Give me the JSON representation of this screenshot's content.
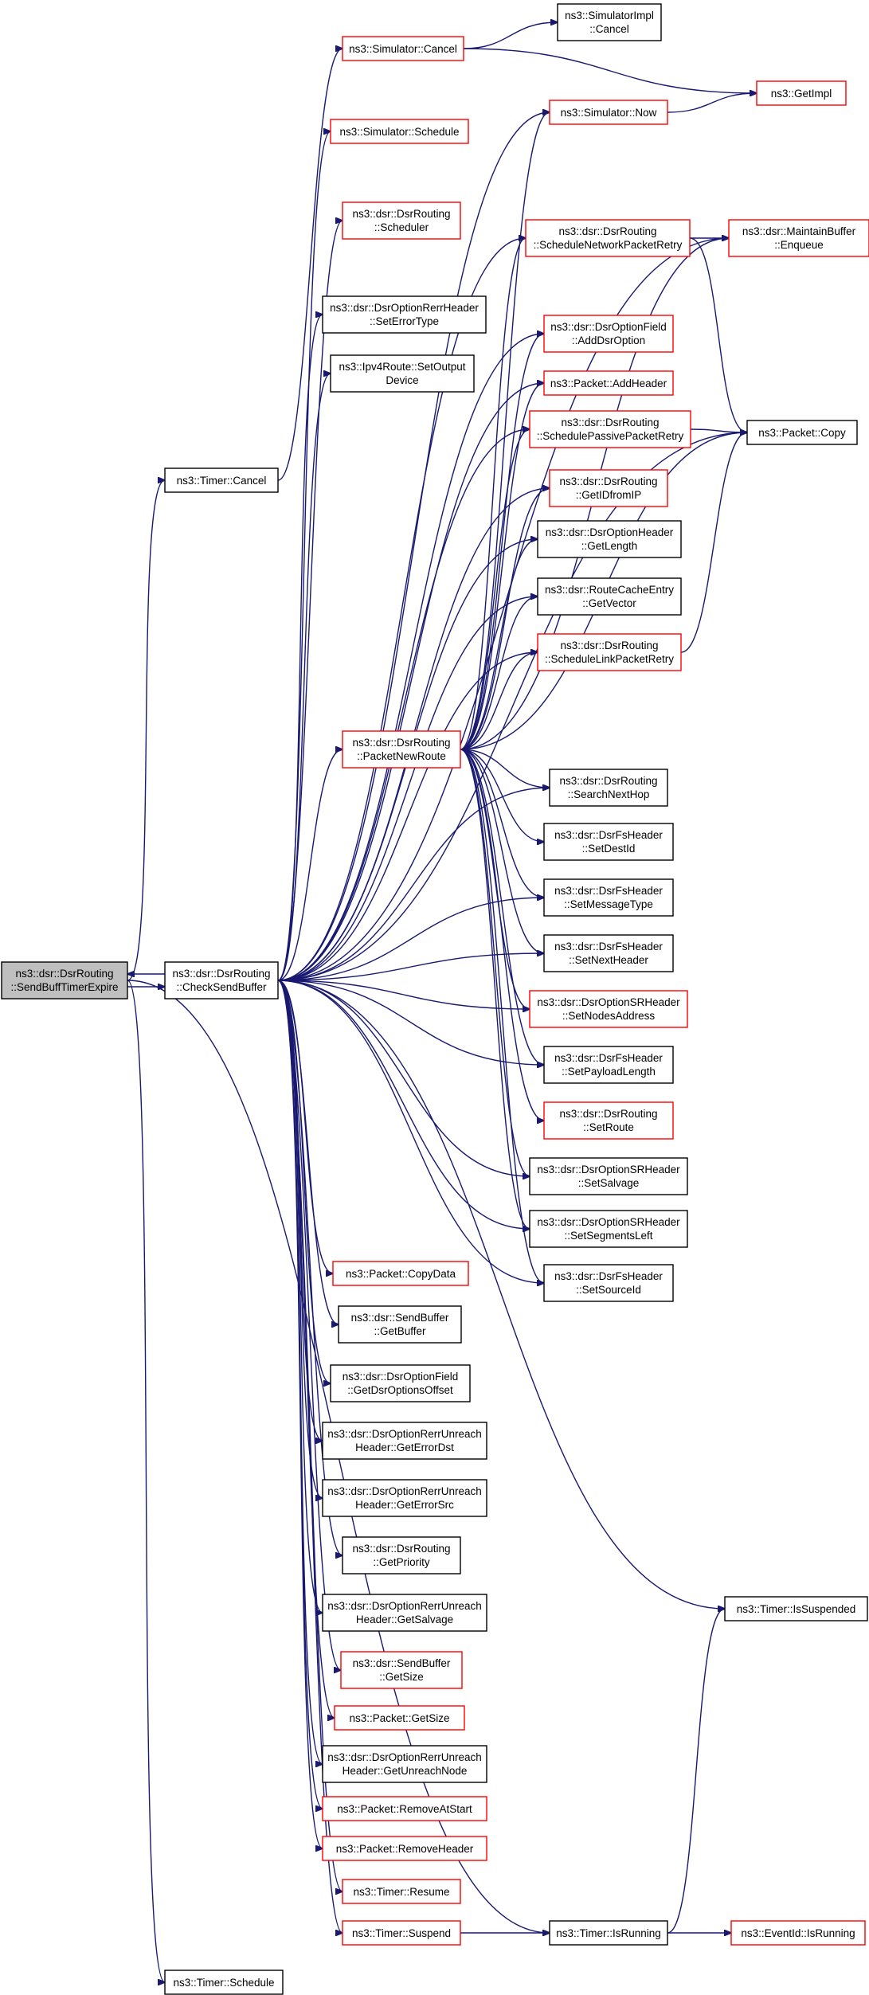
{
  "colors": {
    "edge": "#191970",
    "border_normal": "#000000",
    "border_red": "#ff0000",
    "fill_focus": "#bfbfbf",
    "fill_normal": "#ffffff"
  },
  "nodes": [
    {
      "id": "root",
      "lines": [
        "ns3::dsr::DsrRouting",
        "::SendBuffTimerExpire"
      ],
      "style": "focus"
    },
    {
      "id": "csb",
      "lines": [
        "ns3::dsr::DsrRouting",
        "::CheckSendBuffer"
      ],
      "style": "black"
    },
    {
      "id": "tcancel",
      "lines": [
        "ns3::Timer::Cancel"
      ],
      "style": "black"
    },
    {
      "id": "tsched",
      "lines": [
        "ns3::Timer::Schedule"
      ],
      "style": "black"
    },
    {
      "id": "simcancel",
      "lines": [
        "ns3::Simulator::Cancel"
      ],
      "style": "red"
    },
    {
      "id": "simimplcancel",
      "lines": [
        "ns3::SimulatorImpl",
        "::Cancel"
      ],
      "style": "black"
    },
    {
      "id": "getimpl",
      "lines": [
        "ns3::GetImpl"
      ],
      "style": "red"
    },
    {
      "id": "simnow",
      "lines": [
        "ns3::Simulator::Now"
      ],
      "style": "red"
    },
    {
      "id": "simsched",
      "lines": [
        "ns3::Simulator::Schedule"
      ],
      "style": "red"
    },
    {
      "id": "scheduler",
      "lines": [
        "ns3::dsr::DsrRouting",
        "::Scheduler"
      ],
      "style": "red"
    },
    {
      "id": "snpr",
      "lines": [
        "ns3::dsr::DsrRouting",
        "::ScheduleNetworkPacketRetry"
      ],
      "style": "red"
    },
    {
      "id": "enqueue",
      "lines": [
        "ns3::dsr::MaintainBuffer",
        "::Enqueue"
      ],
      "style": "red"
    },
    {
      "id": "seterrtype",
      "lines": [
        "ns3::dsr::DsrOptionRerrHeader",
        "::SetErrorType"
      ],
      "style": "black"
    },
    {
      "id": "setoutdev",
      "lines": [
        "ns3::Ipv4Route::SetOutput",
        "Device"
      ],
      "style": "black"
    },
    {
      "id": "adddsropt",
      "lines": [
        "ns3::dsr::DsrOptionField",
        "::AddDsrOption"
      ],
      "style": "red"
    },
    {
      "id": "addheader",
      "lines": [
        "ns3::Packet::AddHeader"
      ],
      "style": "red"
    },
    {
      "id": "sppr",
      "lines": [
        "ns3::dsr::DsrRouting",
        "::SchedulePassivePacketRetry"
      ],
      "style": "red"
    },
    {
      "id": "pcopy",
      "lines": [
        "ns3::Packet::Copy"
      ],
      "style": "black"
    },
    {
      "id": "getidfromip",
      "lines": [
        "ns3::dsr::DsrRouting",
        "::GetIDfromIP"
      ],
      "style": "red"
    },
    {
      "id": "getlength",
      "lines": [
        "ns3::dsr::DsrOptionHeader",
        "::GetLength"
      ],
      "style": "black"
    },
    {
      "id": "getvector",
      "lines": [
        "ns3::dsr::RouteCacheEntry",
        "::GetVector"
      ],
      "style": "black"
    },
    {
      "id": "slpr",
      "lines": [
        "ns3::dsr::DsrRouting",
        "::ScheduleLinkPacketRetry"
      ],
      "style": "red"
    },
    {
      "id": "pnr",
      "lines": [
        "ns3::dsr::DsrRouting",
        "::PacketNewRoute"
      ],
      "style": "red"
    },
    {
      "id": "searchnexthop",
      "lines": [
        "ns3::dsr::DsrRouting",
        "::SearchNextHop"
      ],
      "style": "black"
    },
    {
      "id": "setdestid",
      "lines": [
        "ns3::dsr::DsrFsHeader",
        "::SetDestId"
      ],
      "style": "black"
    },
    {
      "id": "setmsgtype",
      "lines": [
        "ns3::dsr::DsrFsHeader",
        "::SetMessageType"
      ],
      "style": "black"
    },
    {
      "id": "setnexthdr",
      "lines": [
        "ns3::dsr::DsrFsHeader",
        "::SetNextHeader"
      ],
      "style": "black"
    },
    {
      "id": "setnodesaddr",
      "lines": [
        "ns3::dsr::DsrOptionSRHeader",
        "::SetNodesAddress"
      ],
      "style": "red"
    },
    {
      "id": "setpayloadlen",
      "lines": [
        "ns3::dsr::DsrFsHeader",
        "::SetPayloadLength"
      ],
      "style": "black"
    },
    {
      "id": "setroute",
      "lines": [
        "ns3::dsr::DsrRouting",
        "::SetRoute"
      ],
      "style": "red"
    },
    {
      "id": "setsalvage",
      "lines": [
        "ns3::dsr::DsrOptionSRHeader",
        "::SetSalvage"
      ],
      "style": "black"
    },
    {
      "id": "setsegleft",
      "lines": [
        "ns3::dsr::DsrOptionSRHeader",
        "::SetSegmentsLeft"
      ],
      "style": "black"
    },
    {
      "id": "setsourceid",
      "lines": [
        "ns3::dsr::DsrFsHeader",
        "::SetSourceId"
      ],
      "style": "black"
    },
    {
      "id": "copydata",
      "lines": [
        "ns3::Packet::CopyData"
      ],
      "style": "red"
    },
    {
      "id": "sbgetbuffer",
      "lines": [
        "ns3::dsr::SendBuffer",
        "::GetBuffer"
      ],
      "style": "black"
    },
    {
      "id": "getdsroptoff",
      "lines": [
        "ns3::dsr::DsrOptionField",
        "::GetDsrOptionsOffset"
      ],
      "style": "black"
    },
    {
      "id": "geterrdst",
      "lines": [
        "ns3::dsr::DsrOptionRerrUnreach",
        "Header::GetErrorDst"
      ],
      "style": "black"
    },
    {
      "id": "geterrsrc",
      "lines": [
        "ns3::dsr::DsrOptionRerrUnreach",
        "Header::GetErrorSrc"
      ],
      "style": "black"
    },
    {
      "id": "getpriority",
      "lines": [
        "ns3::dsr::DsrRouting",
        "::GetPriority"
      ],
      "style": "black"
    },
    {
      "id": "getsalvage",
      "lines": [
        "ns3::dsr::DsrOptionRerrUnreach",
        "Header::GetSalvage"
      ],
      "style": "black"
    },
    {
      "id": "tissusp",
      "lines": [
        "ns3::Timer::IsSuspended"
      ],
      "style": "black"
    },
    {
      "id": "sbgetsize",
      "lines": [
        "ns3::dsr::SendBuffer",
        "::GetSize"
      ],
      "style": "red"
    },
    {
      "id": "pgetsize",
      "lines": [
        "ns3::Packet::GetSize"
      ],
      "style": "red"
    },
    {
      "id": "getunreach",
      "lines": [
        "ns3::dsr::DsrOptionRerrUnreach",
        "Header::GetUnreachNode"
      ],
      "style": "black"
    },
    {
      "id": "removeatstart",
      "lines": [
        "ns3::Packet::RemoveAtStart"
      ],
      "style": "red"
    },
    {
      "id": "removeheader",
      "lines": [
        "ns3::Packet::RemoveHeader"
      ],
      "style": "red"
    },
    {
      "id": "tresume",
      "lines": [
        "ns3::Timer::Resume"
      ],
      "style": "red"
    },
    {
      "id": "tsuspend",
      "lines": [
        "ns3::Timer::Suspend"
      ],
      "style": "red"
    },
    {
      "id": "tisrunning",
      "lines": [
        "ns3::Timer::IsRunning"
      ],
      "style": "black"
    },
    {
      "id": "eventisrunning",
      "lines": [
        "ns3::EventId::IsRunning"
      ],
      "style": "red"
    }
  ],
  "edges": [
    [
      "root",
      "csb"
    ],
    [
      "root",
      "tcancel"
    ],
    [
      "root",
      "tsched"
    ],
    [
      "root",
      "tisrunning"
    ],
    [
      "csb",
      "root"
    ],
    [
      "tcancel",
      "simcancel"
    ],
    [
      "simcancel",
      "simimplcancel"
    ],
    [
      "simcancel",
      "getimpl"
    ],
    [
      "simnow",
      "getimpl"
    ],
    [
      "csb",
      "simnow"
    ],
    [
      "csb",
      "simsched"
    ],
    [
      "csb",
      "scheduler"
    ],
    [
      "csb",
      "snpr"
    ],
    [
      "csb",
      "enqueue"
    ],
    [
      "csb",
      "seterrtype"
    ],
    [
      "csb",
      "setoutdev"
    ],
    [
      "csb",
      "adddsropt"
    ],
    [
      "csb",
      "addheader"
    ],
    [
      "csb",
      "sppr"
    ],
    [
      "csb",
      "pcopy"
    ],
    [
      "csb",
      "getidfromip"
    ],
    [
      "csb",
      "getlength"
    ],
    [
      "csb",
      "getvector"
    ],
    [
      "csb",
      "slpr"
    ],
    [
      "csb",
      "pnr"
    ],
    [
      "csb",
      "searchnexthop"
    ],
    [
      "csb",
      "setmsgtype"
    ],
    [
      "csb",
      "setnexthdr"
    ],
    [
      "csb",
      "setnodesaddr"
    ],
    [
      "csb",
      "setpayloadlen"
    ],
    [
      "csb",
      "setsalvage"
    ],
    [
      "csb",
      "setsegleft"
    ],
    [
      "csb",
      "setsourceid"
    ],
    [
      "csb",
      "copydata"
    ],
    [
      "csb",
      "sbgetbuffer"
    ],
    [
      "csb",
      "getdsroptoff"
    ],
    [
      "csb",
      "geterrdst"
    ],
    [
      "csb",
      "geterrsrc"
    ],
    [
      "csb",
      "getpriority"
    ],
    [
      "csb",
      "getsalvage"
    ],
    [
      "csb",
      "tissusp"
    ],
    [
      "csb",
      "sbgetsize"
    ],
    [
      "csb",
      "pgetsize"
    ],
    [
      "csb",
      "getunreach"
    ],
    [
      "csb",
      "removeatstart"
    ],
    [
      "csb",
      "removeheader"
    ],
    [
      "csb",
      "tresume"
    ],
    [
      "csb",
      "tsuspend"
    ],
    [
      "snpr",
      "enqueue"
    ],
    [
      "snpr",
      "pcopy"
    ],
    [
      "sppr",
      "pcopy"
    ],
    [
      "slpr",
      "pcopy"
    ],
    [
      "pnr",
      "simnow"
    ],
    [
      "pnr",
      "snpr"
    ],
    [
      "pnr",
      "enqueue"
    ],
    [
      "pnr",
      "adddsropt"
    ],
    [
      "pnr",
      "addheader"
    ],
    [
      "pnr",
      "sppr"
    ],
    [
      "pnr",
      "pcopy"
    ],
    [
      "pnr",
      "getidfromip"
    ],
    [
      "pnr",
      "getlength"
    ],
    [
      "pnr",
      "getvector"
    ],
    [
      "pnr",
      "slpr"
    ],
    [
      "pnr",
      "searchnexthop"
    ],
    [
      "pnr",
      "setdestid"
    ],
    [
      "pnr",
      "setmsgtype"
    ],
    [
      "pnr",
      "setnexthdr"
    ],
    [
      "pnr",
      "setnodesaddr"
    ],
    [
      "pnr",
      "setpayloadlen"
    ],
    [
      "pnr",
      "setroute"
    ],
    [
      "pnr",
      "setsalvage"
    ],
    [
      "pnr",
      "setsegleft"
    ],
    [
      "pnr",
      "setsourceid"
    ],
    [
      "tsuspend",
      "tisrunning"
    ],
    [
      "tisrunning",
      "tissusp"
    ],
    [
      "tisrunning",
      "eventisrunning"
    ]
  ]
}
